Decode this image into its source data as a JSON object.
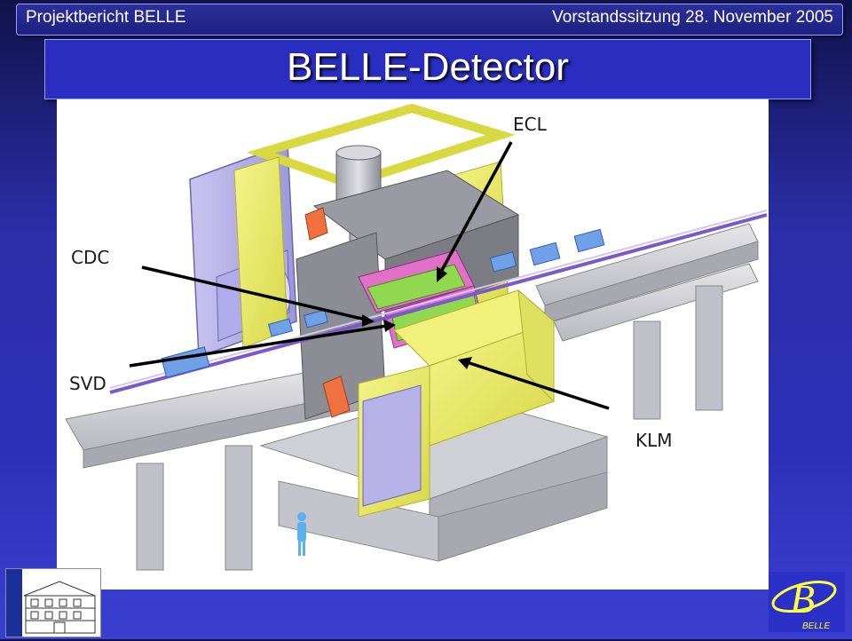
{
  "header": {
    "left_text": "Projektbericht BELLE",
    "right_text": "Vorstandssitzung 28. November 2005"
  },
  "slide": {
    "title": "BELLE-Detector"
  },
  "diagram": {
    "labels": {
      "ecl": "ECL",
      "cdc": "CDC",
      "svd": "SVD",
      "klm": "KLM"
    }
  },
  "colors": {
    "background": "#2c30b8",
    "yellow_frame": "#eeee66",
    "purple_yoke": "#b6b2e8",
    "orange_parts": "#f07040",
    "green_calorimeter": "#8fd850",
    "beam_pipe": "#6fa0e8",
    "gray_support": "#d0d0d4"
  },
  "logos": {
    "right_logo_text": "BELLE"
  }
}
